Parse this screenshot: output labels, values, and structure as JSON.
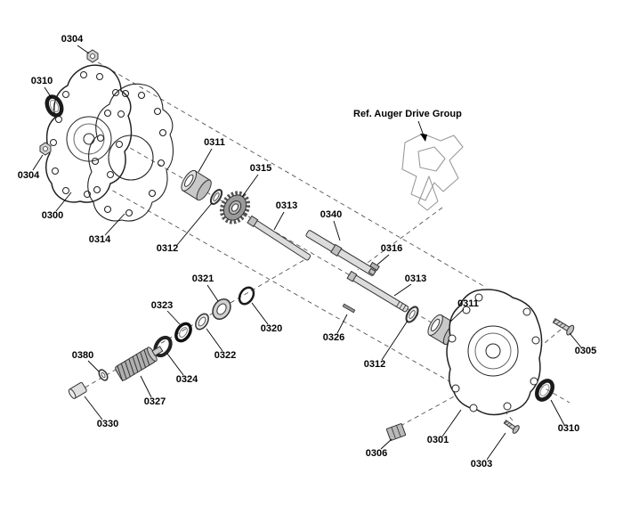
{
  "diagram": {
    "background": "#ffffff",
    "line_color": "#000000",
    "ref_note": "Ref. Auger Drive Group",
    "labels": [
      {
        "id": "0304-upper",
        "text": "0304"
      },
      {
        "id": "0310-left",
        "text": "0310"
      },
      {
        "id": "0304-left",
        "text": "0304"
      },
      {
        "id": "0300",
        "text": "0300"
      },
      {
        "id": "0314",
        "text": "0314"
      },
      {
        "id": "0311-upper",
        "text": "0311"
      },
      {
        "id": "0312-upper",
        "text": "0312"
      },
      {
        "id": "0315",
        "text": "0315"
      },
      {
        "id": "0313-upper",
        "text": "0313"
      },
      {
        "id": "0340",
        "text": "0340"
      },
      {
        "id": "0316",
        "text": "0316"
      },
      {
        "id": "0321",
        "text": "0321"
      },
      {
        "id": "0323",
        "text": "0323"
      },
      {
        "id": "0320",
        "text": "0320"
      },
      {
        "id": "0322",
        "text": "0322"
      },
      {
        "id": "0313-lower",
        "text": "0313"
      },
      {
        "id": "0311-lower",
        "text": "0311"
      },
      {
        "id": "0326",
        "text": "0326"
      },
      {
        "id": "0312-lower",
        "text": "0312"
      },
      {
        "id": "0324",
        "text": "0324"
      },
      {
        "id": "0380",
        "text": "0380"
      },
      {
        "id": "0327",
        "text": "0327"
      },
      {
        "id": "0330",
        "text": "0330"
      },
      {
        "id": "0306",
        "text": "0306"
      },
      {
        "id": "0301",
        "text": "0301"
      },
      {
        "id": "0303",
        "text": "0303"
      },
      {
        "id": "0310-right",
        "text": "0310"
      },
      {
        "id": "0305",
        "text": "0305"
      }
    ]
  }
}
